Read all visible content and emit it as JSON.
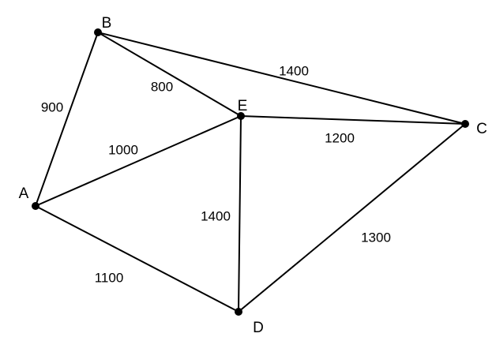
{
  "graph": {
    "nodes": [
      {
        "id": "A",
        "label": "A"
      },
      {
        "id": "B",
        "label": "B"
      },
      {
        "id": "C",
        "label": "C"
      },
      {
        "id": "D",
        "label": "D"
      },
      {
        "id": "E",
        "label": "E"
      }
    ],
    "edges": [
      {
        "from": "A",
        "to": "B",
        "weight": "900"
      },
      {
        "from": "B",
        "to": "E",
        "weight": "800"
      },
      {
        "from": "B",
        "to": "C",
        "weight": "1400"
      },
      {
        "from": "A",
        "to": "E",
        "weight": "1000"
      },
      {
        "from": "E",
        "to": "C",
        "weight": "1200"
      },
      {
        "from": "E",
        "to": "D",
        "weight": "1400"
      },
      {
        "from": "A",
        "to": "D",
        "weight": "1100"
      },
      {
        "from": "D",
        "to": "C",
        "weight": "1300"
      }
    ]
  }
}
